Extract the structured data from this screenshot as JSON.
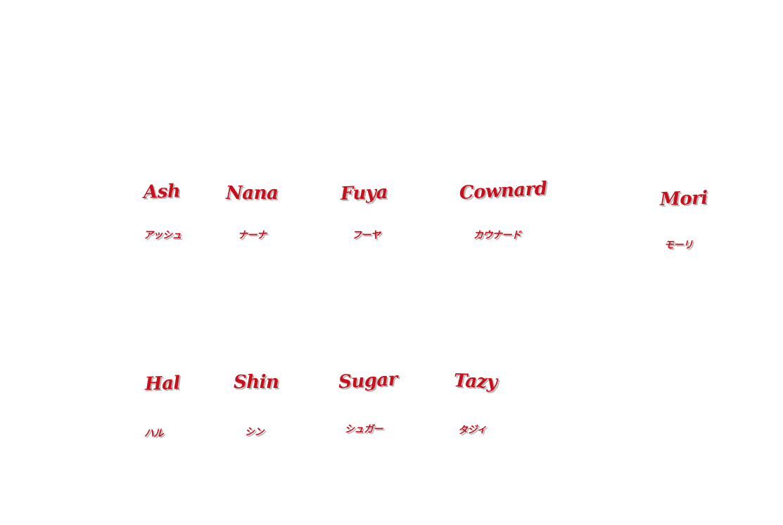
{
  "characters": [
    {
      "en": "Ash",
      "jp": "アッシュ"
    },
    {
      "en": "Nana",
      "jp": "ナーナ"
    },
    {
      "en": "Fuya",
      "jp": "フーヤ"
    },
    {
      "en": "Cownard",
      "jp": "カウナード"
    },
    {
      "en": "Mori",
      "jp": "モーリ"
    },
    {
      "en": "Hal",
      "jp": "ハル"
    },
    {
      "en": "Shin",
      "jp": "シン"
    },
    {
      "en": "Sugar",
      "jp": "シュガー"
    },
    {
      "en": "Tazy",
      "jp": "タジィ"
    }
  ],
  "colors": {
    "text": "#c8101c",
    "shadow": "#b8b8b8",
    "background": "#ffffff"
  }
}
